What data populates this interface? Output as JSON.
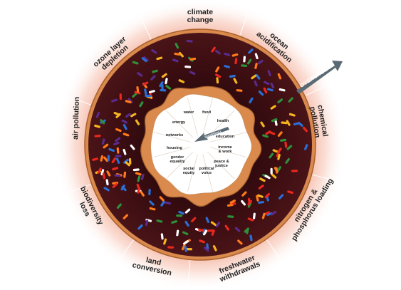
{
  "colors": {
    "glow": "#f2a08a",
    "dough": "#d98a4c",
    "dough_dark": "#a8602b",
    "chocolate": "#3d0e12",
    "chocolate_hi": "#5a1a1c",
    "hole": "#ffffff",
    "arrow": "#5a6a75",
    "sprinkles": [
      "#e8281e",
      "#2a6fd6",
      "#f5b51f",
      "#ffffff",
      "#2f8f3a",
      "#5a2b8c",
      "#ff7a1a"
    ]
  },
  "planetary_boundaries": [
    {
      "label_lines": [
        "climate",
        "change"
      ]
    },
    {
      "label_lines": [
        "ocean",
        "acidification"
      ]
    },
    {
      "label_lines": [
        "chemical",
        "pollution"
      ]
    },
    {
      "label_lines": [
        "nitrogen &",
        "phosphorus loading"
      ]
    },
    {
      "label_lines": [
        "freshwater",
        "withdrawals"
      ]
    },
    {
      "label_lines": [
        "land",
        "conversion"
      ]
    },
    {
      "label_lines": [
        "biodiversity",
        "loss"
      ]
    },
    {
      "label_lines": [
        "air pollution"
      ]
    },
    {
      "label_lines": [
        "ozone layer",
        "depletion"
      ]
    }
  ],
  "social_foundation": [
    {
      "label_lines": [
        "water"
      ]
    },
    {
      "label_lines": [
        "food"
      ]
    },
    {
      "label_lines": [
        "health"
      ]
    },
    {
      "label_lines": [
        "education"
      ]
    },
    {
      "label_lines": [
        "income",
        "& work"
      ]
    },
    {
      "label_lines": [
        "peace &",
        "justice"
      ]
    },
    {
      "label_lines": [
        "political",
        "voice"
      ]
    },
    {
      "label_lines": [
        "social",
        "equity"
      ]
    },
    {
      "label_lines": [
        "gender",
        "equality"
      ]
    },
    {
      "label_lines": [
        "housing"
      ]
    },
    {
      "label_lines": [
        "networks"
      ]
    },
    {
      "label_lines": [
        "energy"
      ]
    }
  ],
  "overshoot_label": "OVERSHOOT",
  "shortfall_label": "SHORTFALL"
}
